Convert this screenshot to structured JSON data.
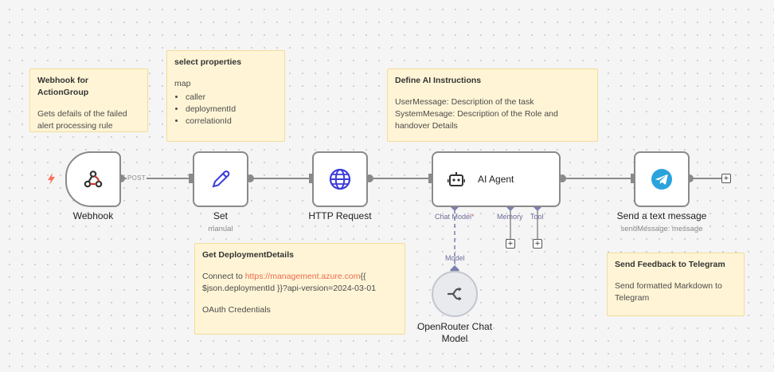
{
  "notes": {
    "webhook_note": {
      "title": "Webhook for ActionGroup",
      "body": "Gets defails of the failed alert processing rule"
    },
    "select_note": {
      "title": "select properties",
      "intro": "map",
      "items": [
        "caller",
        "deploymentId",
        "correlationId"
      ]
    },
    "ai_note": {
      "title": "Define AI Instructions",
      "line1": "UserMessage: Description of the task",
      "line2": "SystemMesage: Description of the Role and handover Details"
    },
    "deploy_note": {
      "title": "Get DeploymentDetails",
      "connect_prefix": "Connect to ",
      "connect_link": "https://management.azure.com",
      "connect_suffix": "{{ $json.deploymentId }}?api-version=2024-03-01",
      "oauth": "OAuth Credentials"
    },
    "telegram_note": {
      "title": "Send Feedback to Telegram",
      "body": "Send formatted Markdown to Telegram"
    }
  },
  "nodes": {
    "webhook": {
      "label": "Webhook",
      "icon": "webhook-icon"
    },
    "set": {
      "label": "Set",
      "sublabel": "manual",
      "icon": "pencil-icon"
    },
    "http": {
      "label": "HTTP Request",
      "icon": "globe-icon"
    },
    "agent": {
      "label": "AI Agent",
      "icon": "robot-icon"
    },
    "telegram": {
      "label": "Send a text message",
      "sublabel": "sendMessage: message",
      "icon": "telegram-icon"
    },
    "openrouter": {
      "label": "OpenRouter Chat Model",
      "icon": "openrouter-icon"
    }
  },
  "connections": {
    "post_label": "POST",
    "chat_model": "Chat Model",
    "chat_model_required": "*",
    "memory": "Memory",
    "tool": "Tool",
    "model": "Model"
  },
  "buttons": {
    "plus": "+"
  },
  "colors": {
    "trigger_bolt": "#ff6d5a",
    "link": "#ee6a4f",
    "globe": "#3b3bdb",
    "telegram": "#2aa3dd",
    "note_bg": "#fff5d6"
  }
}
